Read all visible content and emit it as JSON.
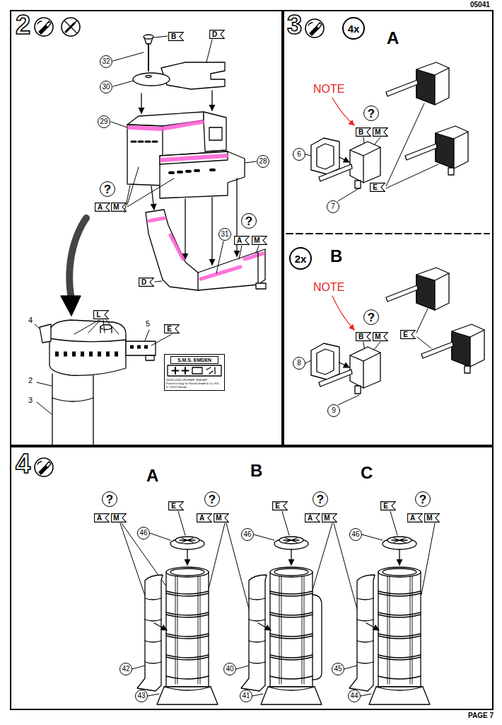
{
  "diagram": {
    "nodes": [
      {
        "text": [
          "2"
        ]
      },
      {
        "text": [
          "32"
        ],
        "in": 0
      },
      {
        "text": [
          "B"
        ],
        "in": 0
      },
      {
        "text": [
          "D"
        ],
        "in": 0
      },
      {
        "text": [
          "30"
        ],
        "in": 0
      },
      {
        "text": [
          "29"
        ],
        "in": 0
      },
      {
        "text": [
          "28"
        ],
        "in": 0
      },
      {
        "text": [
          "?"
        ],
        "in": 0
      },
      {
        "text": [
          "A"
        ],
        "in": 0
      },
      {
        "text": [
          "M"
        ],
        "in": 0
      },
      {
        "text": [
          "31"
        ],
        "in": 0
      },
      {
        "text": [
          "?"
        ],
        "in": 0
      },
      {
        "text": [
          "A"
        ],
        "in": 0
      },
      {
        "text": [
          "M"
        ],
        "in": 0
      },
      {
        "text": [
          "D"
        ],
        "in": 0
      },
      {
        "text": [
          "L"
        ],
        "in": 0
      },
      {
        "text": [
          "E"
        ],
        "in": 0
      },
      {
        "text": [
          "S.M.S. EMDEN",
          "05041-0249 CRUISER \"EMDEN\"",
          "Printed in Italy for Revell GmbH & Co. KG, D- 32257 Bünde"
        ],
        "in": 0
      },
      {
        "text": [
          "3",
          "A",
          "B"
        ]
      },
      {
        "text": [
          "4x"
        ],
        "in": 18
      },
      {
        "text": [
          "?"
        ],
        "in": 18
      },
      {
        "text": [
          "B"
        ],
        "in": 18
      },
      {
        "text": [
          "M"
        ],
        "in": 18
      },
      {
        "text": [
          "6"
        ],
        "in": 18
      },
      {
        "text": [
          "7"
        ],
        "in": 18
      },
      {
        "text": [
          "E"
        ],
        "in": 18
      },
      {
        "text": [
          "2x"
        ],
        "in": 18
      },
      {
        "text": [
          "?"
        ],
        "in": 18
      },
      {
        "text": [
          "B"
        ],
        "in": 18
      },
      {
        "text": [
          "M"
        ],
        "in": 18
      },
      {
        "text": [
          "8"
        ],
        "in": 18
      },
      {
        "text": [
          "9"
        ],
        "in": 18
      },
      {
        "text": [
          "E"
        ],
        "in": 18
      },
      {
        "text": [
          "4",
          "A",
          "B",
          "C"
        ]
      },
      {
        "text": [
          "?"
        ],
        "in": 33
      },
      {
        "text": [
          "A"
        ],
        "in": 33
      },
      {
        "text": [
          "M"
        ],
        "in": 33
      },
      {
        "text": [
          "E"
        ],
        "in": 33
      },
      {
        "text": [
          "46"
        ],
        "in": 33
      },
      {
        "text": [
          "?"
        ],
        "in": 33
      },
      {
        "text": [
          "A"
        ],
        "in": 33
      },
      {
        "text": [
          "M"
        ],
        "in": 33
      },
      {
        "text": [
          "E"
        ],
        "in": 33
      },
      {
        "text": [
          "46"
        ],
        "in": 33
      },
      {
        "text": [
          "?"
        ],
        "in": 33
      },
      {
        "text": [
          "A"
        ],
        "in": 33
      },
      {
        "text": [
          "M"
        ],
        "in": 33
      },
      {
        "text": [
          "E"
        ],
        "in": 33
      },
      {
        "text": [
          "46"
        ],
        "in": 33
      },
      {
        "text": [
          "?"
        ],
        "in": 33
      },
      {
        "text": [
          "A"
        ],
        "in": 33
      },
      {
        "text": [
          "M"
        ],
        "in": 33
      },
      {
        "text": [
          "42"
        ],
        "in": 33
      },
      {
        "text": [
          "43"
        ],
        "in": 33
      },
      {
        "text": [
          "40"
        ],
        "in": 33
      },
      {
        "text": [
          "41"
        ],
        "in": 33
      },
      {
        "text": [
          "45"
        ],
        "in": 33
      },
      {
        "text": [
          "44"
        ],
        "in": 33
      }
    ],
    "labels": [
      "05041",
      "4",
      "2",
      "3",
      "5",
      "NOTE",
      "NOTE",
      "PAGE 7"
    ]
  }
}
